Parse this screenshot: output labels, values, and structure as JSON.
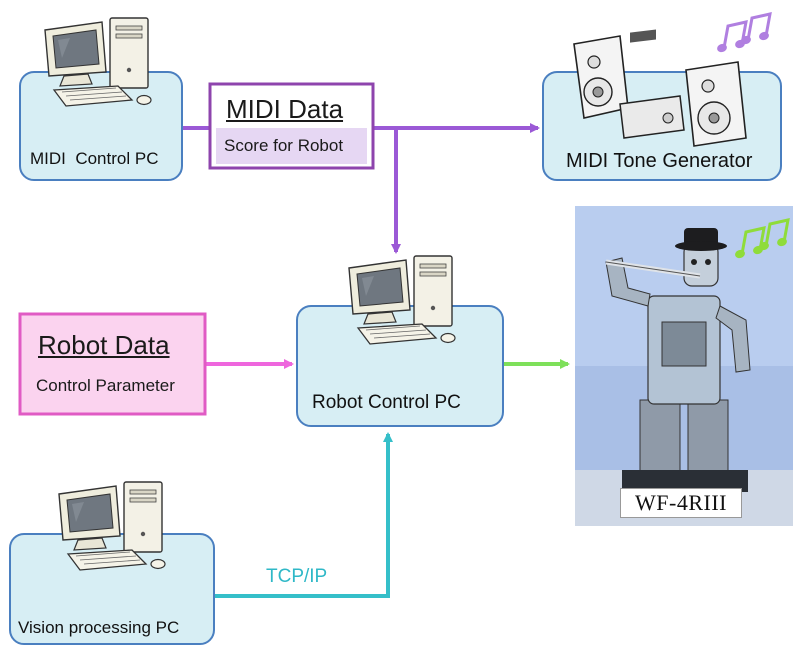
{
  "nodes": {
    "midi_control_pc": {
      "label": "MIDI  Control PC"
    },
    "midi_tone_generator": {
      "label": "MIDI Tone Generator"
    },
    "robot_control_pc": {
      "label": "Robot Control PC"
    },
    "vision_processing_pc": {
      "label": "Vision processing PC"
    },
    "robot": {
      "caption": "WF-4RIII"
    }
  },
  "midi_data": {
    "title": "MIDI Data",
    "subtitle": "Score for Robot"
  },
  "robot_data": {
    "title": "Robot Data",
    "subtitle": "Control Parameter"
  },
  "connections": {
    "tcp_ip_label": "TCP/IP"
  },
  "colors": {
    "box_fill": "#d7eef4",
    "box_stroke": "#4a7fc0",
    "midi_arrow": "#9b59d6",
    "midi_box_stroke": "#8e44ad",
    "robot_data_fill": "#fbd3ef",
    "robot_data_stroke": "#e05bc4",
    "robot_arrow": "#ee66dd",
    "output_arrow": "#7ee05a",
    "tcp_arrow": "#35bfc9",
    "note_purple": "#b07fe0",
    "note_green": "#8fdc3a"
  }
}
